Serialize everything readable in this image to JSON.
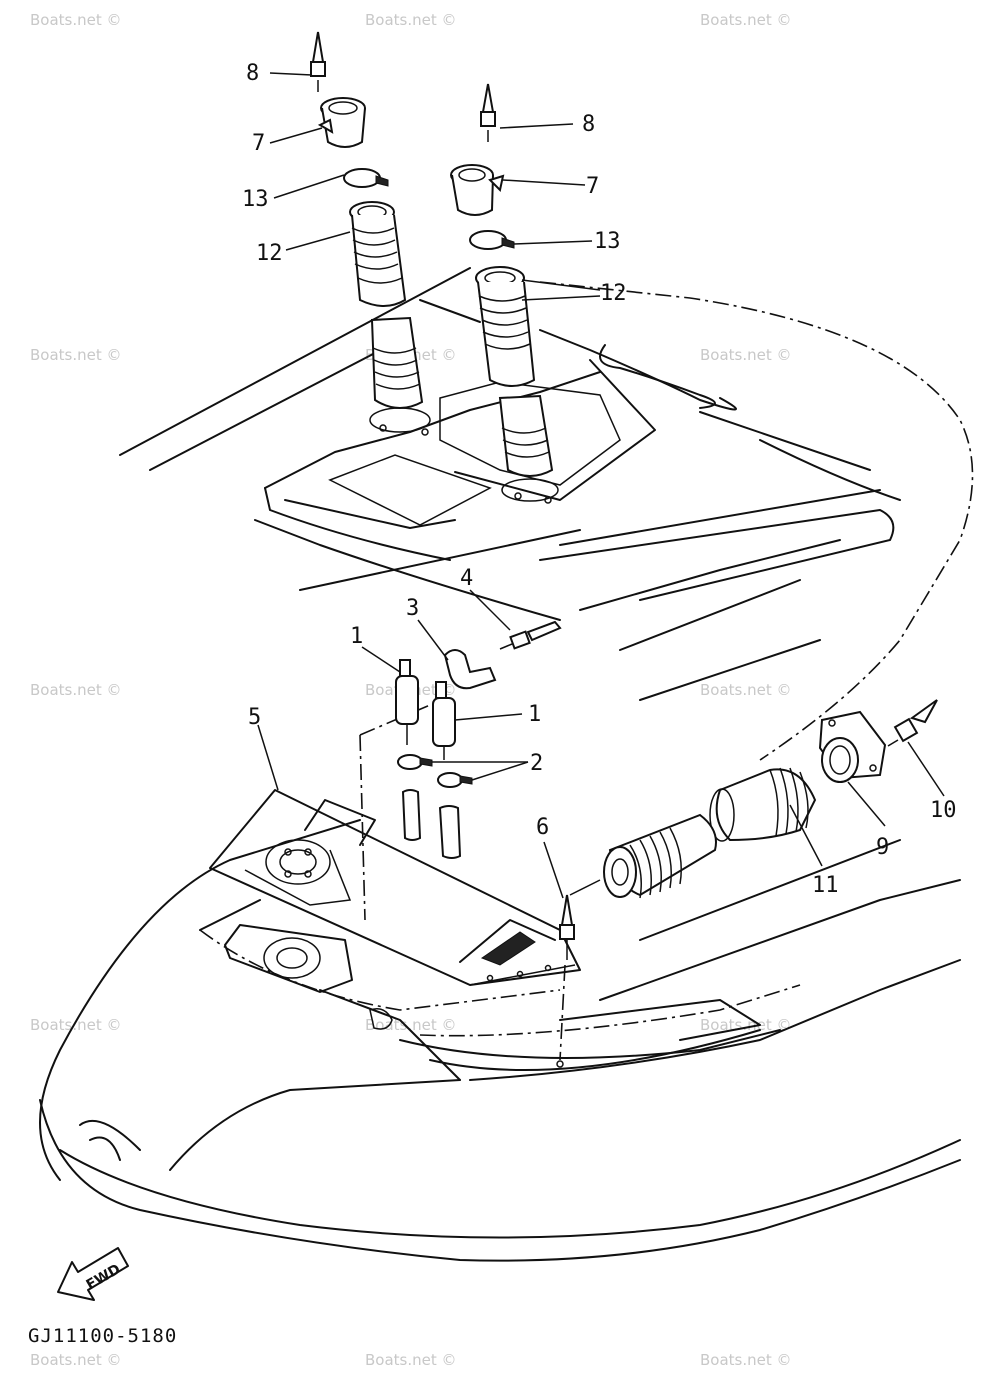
{
  "diagram": {
    "callouts": {
      "c1a": "1",
      "c1b": "1",
      "c2": "2",
      "c3": "3",
      "c4": "4",
      "c5": "5",
      "c6": "6",
      "c7a": "7",
      "c7b": "7",
      "c8a": "8",
      "c8b": "8",
      "c9": "9",
      "c10": "10",
      "c11": "11",
      "c12a": "12",
      "c12b": "12",
      "c13a": "13",
      "c13b": "13"
    },
    "fwd_label": "FWD",
    "diagram_code": "GJ11100-5180",
    "watermark": "Boats.net ©"
  }
}
